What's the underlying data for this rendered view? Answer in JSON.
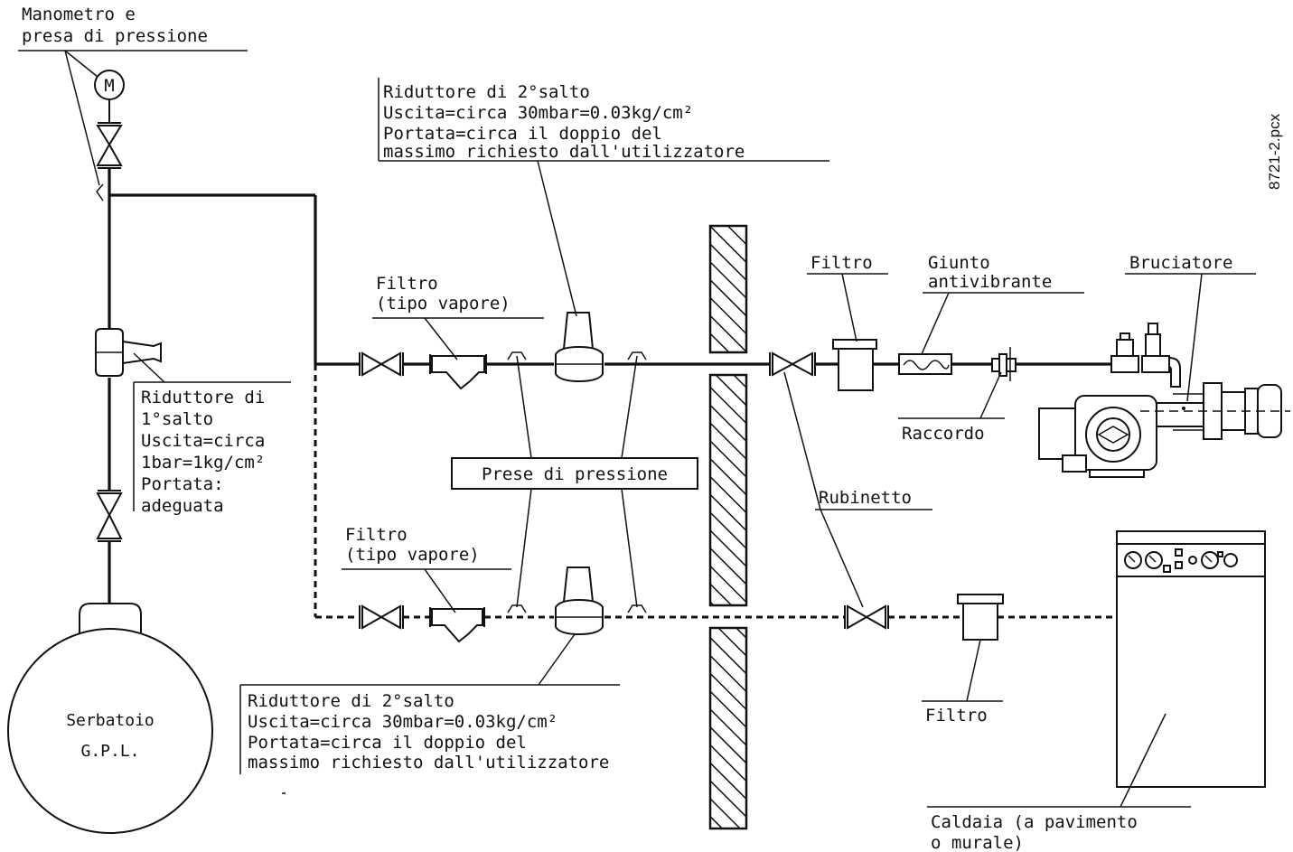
{
  "labels": {
    "manometro_line1": "Manometro e",
    "manometro_line2": "presa di pressione",
    "rid2_top_line1": "Riduttore di 2°salto",
    "rid2_top_line2": "Uscita=circa 30mbar=0.03kg/cm²",
    "rid2_top_line3": "Portata=circa il doppio del",
    "rid2_top_line4": "massimo richiesto dall'utilizzatore",
    "filtro_vap_top_line1": "Filtro",
    "filtro_vap_top_line2": "(tipo vapore)",
    "filtro_top_right": "Filtro",
    "giunto_line1": "Giunto",
    "giunto_line2": "antivibrante",
    "bruciatore": "Bruciatore",
    "raccordo": "Raccordo",
    "rid1_line1": "Riduttore di",
    "rid1_line2": "1°salto",
    "rid1_line3": "Uscita=circa",
    "rid1_line4": "1bar=1kg/cm²",
    "rid1_line5": "Portata:",
    "rid1_line6": "adeguata",
    "prese_pressione": "Prese di pressione",
    "rubinetto": "Rubinetto",
    "filtro_vap_bot_line1": "Filtro",
    "filtro_vap_bot_line2": "(tipo vapore)",
    "filtro_bottom": "Filtro",
    "rid2_bot_line1": "Riduttore di 2°salto",
    "rid2_bot_line2": "Uscita=circa 30mbar=0.03kg/cm²",
    "rid2_bot_line3": "Portata=circa il doppio del",
    "rid2_bot_line4": "massimo richiesto dall'utilizzatore",
    "serbatoio_line1": "Serbatoio",
    "serbatoio_line2": "G.P.L.",
    "caldaia_line1": "Caldaia (a pavimento",
    "caldaia_line2": "o murale)",
    "file_name": "8721-2.pcx",
    "manometer_symbol": "M"
  }
}
